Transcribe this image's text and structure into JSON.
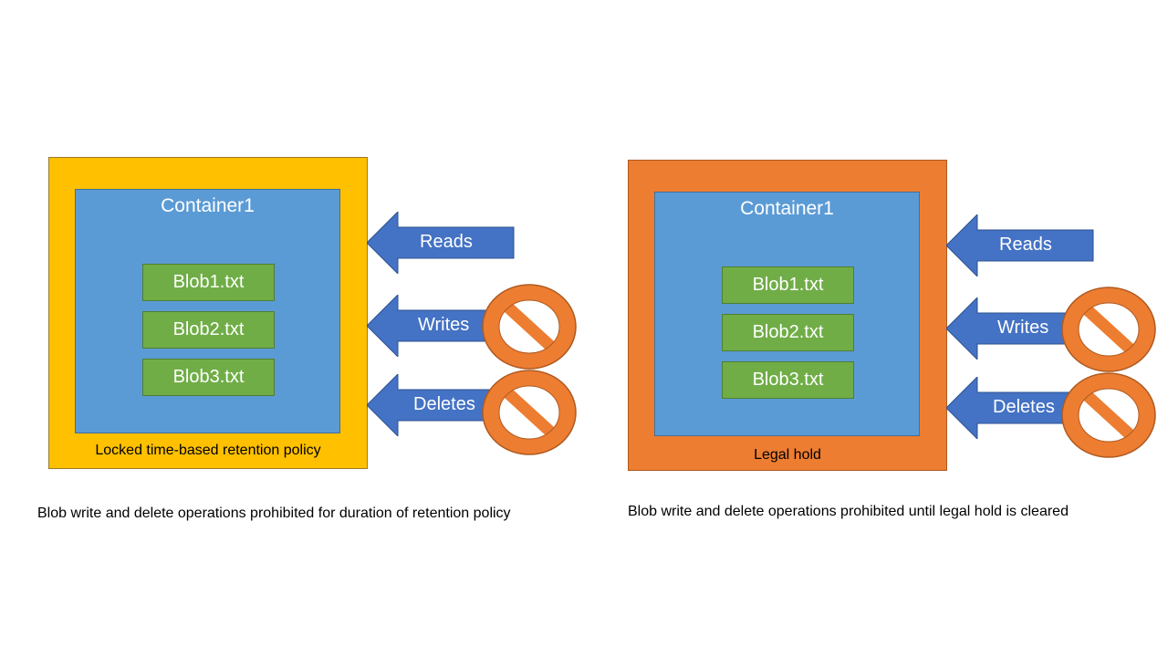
{
  "colors": {
    "retention_outer": "#ffc000",
    "legal_outer": "#ed7d31",
    "container_fill": "#5b9bd5",
    "blob_fill": "#70ad47",
    "arrow_fill": "#4472c4",
    "prohibit_fill": "#ed7d31"
  },
  "left_panel": {
    "container_title": "Container1",
    "blobs": [
      "Blob1.txt",
      "Blob2.txt",
      "Blob3.txt"
    ],
    "policy_label": "Locked time-based retention policy",
    "operations": [
      "Reads",
      "Writes",
      "Deletes"
    ],
    "caption": "Blob write and delete operations prohibited for duration of retention policy",
    "prohibited_icons": [
      "no-entry-icon",
      "no-entry-icon"
    ]
  },
  "right_panel": {
    "container_title": "Container1",
    "blobs": [
      "Blob1.txt",
      "Blob2.txt",
      "Blob3.txt"
    ],
    "policy_label": "Legal hold",
    "operations": [
      "Reads",
      "Writes",
      "Deletes"
    ],
    "caption": "Blob write and delete operations prohibited until legal hold is cleared",
    "prohibited_icons": [
      "no-entry-icon",
      "no-entry-icon"
    ]
  }
}
